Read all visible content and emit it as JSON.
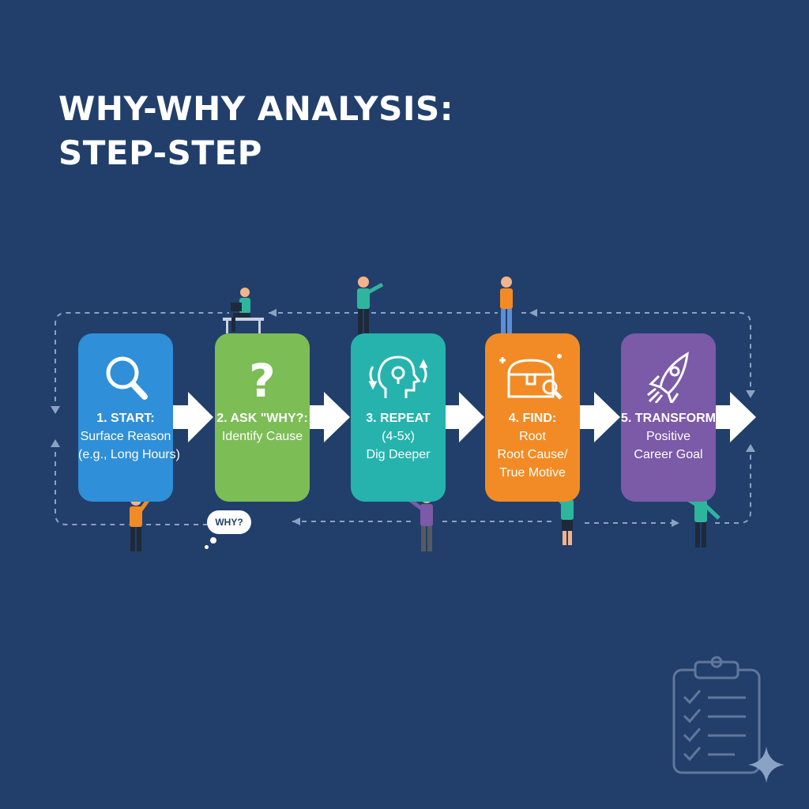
{
  "title": {
    "line1": "WHY-WHY ANALYSIS:",
    "line2": "STEP-STEP"
  },
  "steps": [
    {
      "line1": "1. START:",
      "line2": "Surface Reason",
      "line3": "(e.g., Long Hours)",
      "icon": "magnifying-glass-icon",
      "color": "#2f8fd8"
    },
    {
      "line1": "2. ASK \"WHY?:",
      "line2": "Identify Cause",
      "line3": "",
      "icon": "question-mark-icon",
      "color": "#7cbd55"
    },
    {
      "line1": "3. REPEAT",
      "line2": "(4-5x)",
      "line3": "Dig Deeper",
      "icon": "head-lightbulb-icon",
      "color": "#26b3ad"
    },
    {
      "line1": "4. FIND:",
      "line2": "Root",
      "line3": "Root Cause/",
      "line4": "True Motive",
      "icon": "treasure-chest-icon",
      "color": "#f28b25"
    },
    {
      "line1": "5. TRANSFORM:",
      "line2": "Positive",
      "line3": "Career Goal",
      "icon": "rocket-icon",
      "color": "#7b5aa8"
    }
  ],
  "bubble": {
    "text": "WHY?"
  }
}
